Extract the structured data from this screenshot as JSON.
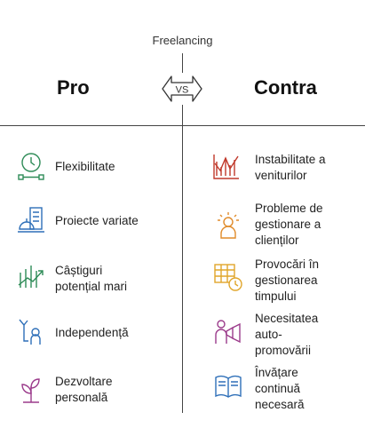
{
  "title": "Freelancing",
  "vs_label": "VS",
  "pro": {
    "heading": "Pro",
    "color": "#2e8b57",
    "items": [
      {
        "icon": "clock-flow-icon",
        "text": "Flexibilitate"
      },
      {
        "icon": "buildings-worker-icon",
        "text": "Proiecte variate"
      },
      {
        "icon": "growth-chart-icon",
        "text": "Câștiguri\npotențial mari"
      },
      {
        "icon": "person-raising-arms-icon",
        "text": "Independență"
      },
      {
        "icon": "growing-plant-icon",
        "text": "Dezvoltare\npersonală"
      }
    ]
  },
  "contra": {
    "heading": "Contra",
    "color": "#c0392b",
    "items": [
      {
        "icon": "fluctuating-income-chart-icon",
        "text": "Instabilitate a\nveniturilor"
      },
      {
        "icon": "frustrated-person-icon",
        "text": "Probleme de\ngestionare a\nclienților"
      },
      {
        "icon": "calendar-clock-icon",
        "text": "Provocări în\ngestionarea\ntimpului"
      },
      {
        "icon": "megaphone-person-icon",
        "text": "Necesitatea\nauto-\npromovării"
      },
      {
        "icon": "open-book-icon",
        "text": "Învățare\ncontinuă\nnecesară"
      }
    ]
  }
}
